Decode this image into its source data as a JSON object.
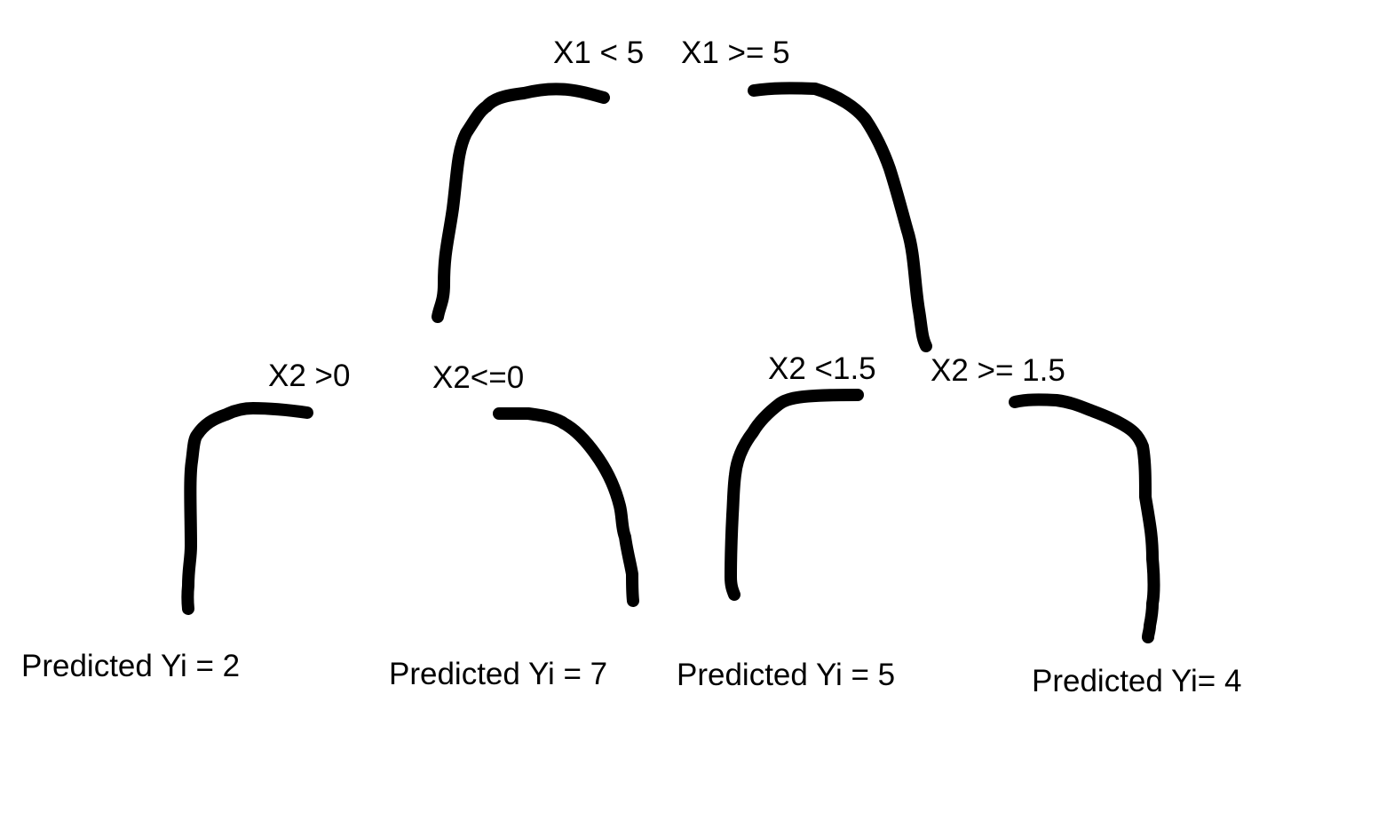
{
  "diagram": {
    "stroke_color": "#000000",
    "background_color": "#ffffff",
    "root_split": {
      "left_condition": "X1 < 5",
      "right_condition": "X1 >= 5"
    },
    "left_split": {
      "left_condition": "X2 >0",
      "right_condition": "X2<=0"
    },
    "right_split": {
      "left_condition": "X2 <1.5",
      "right_condition": "X2 >= 1.5"
    },
    "leaves": [
      {
        "label": "Predicted Yi = 2"
      },
      {
        "label": "Predicted Yi = 7"
      },
      {
        "label": "Predicted Yi = 5"
      },
      {
        "label": "Predicted Yi= 4"
      }
    ]
  }
}
